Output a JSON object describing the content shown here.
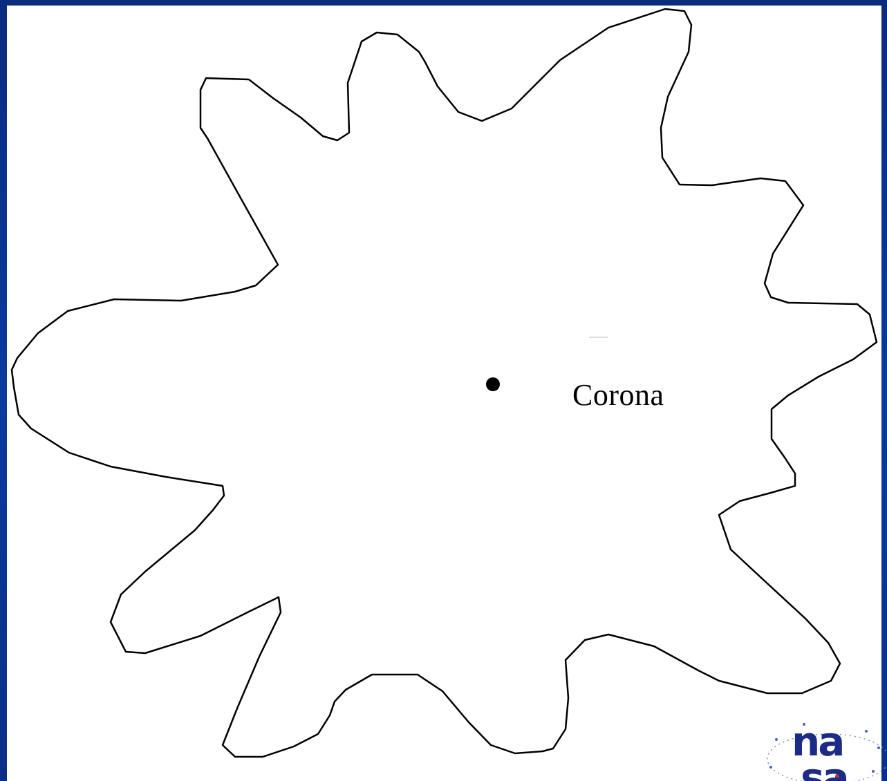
{
  "diagram": {
    "label": "Corona",
    "colors": {
      "frame": "#0a3a9e",
      "background": "#ffffff",
      "outline": "#000000",
      "logo": "#1c2c86"
    }
  },
  "logo": {
    "line1": "na",
    "line2": "sa",
    "icon": "nasa-logo-icon"
  }
}
